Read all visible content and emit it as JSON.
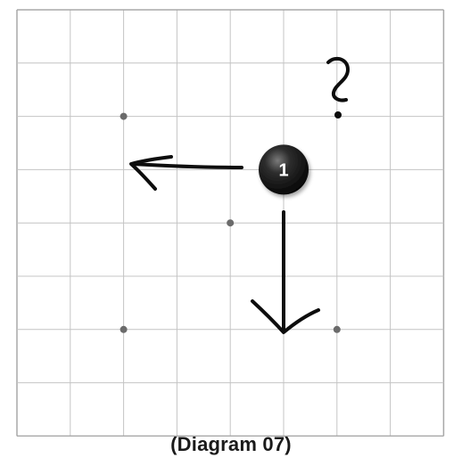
{
  "board": {
    "columns": 8,
    "rows": 8,
    "background": "#ffffff",
    "grid_color": "#c4c4c4",
    "border_color": "#a8a8a8",
    "star_point_color": "#6b6b6b",
    "star_points": [
      {
        "col": 2,
        "row": 2
      },
      {
        "col": 4,
        "row": 4
      },
      {
        "col": 2,
        "row": 6
      },
      {
        "col": 6,
        "row": 6
      }
    ]
  },
  "stone": {
    "label": "1",
    "color": "black",
    "col": 5,
    "row": 3
  },
  "annotations": {
    "arrows": [
      {
        "name": "left-arrow",
        "direction": "left"
      },
      {
        "name": "down-arrow",
        "direction": "down"
      }
    ],
    "question_mark": "?"
  },
  "caption": "(Diagram 07)"
}
